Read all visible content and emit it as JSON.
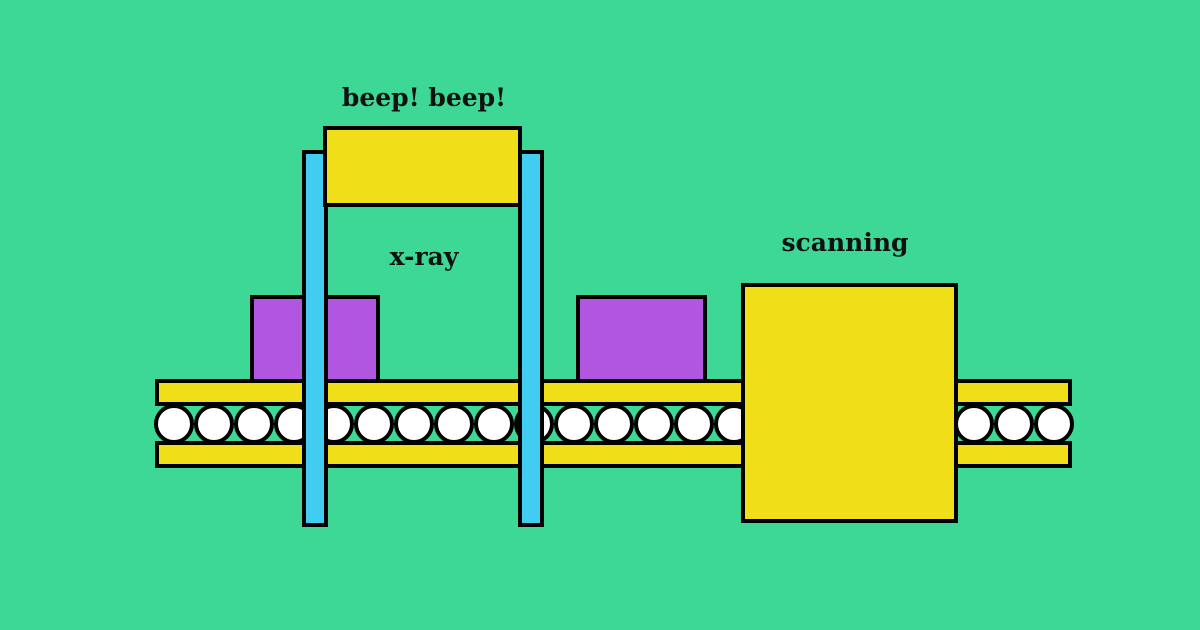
{
  "labels": {
    "beep": "beep! beep!",
    "xray": "x-ray",
    "scanning": "scanning"
  },
  "colors": {
    "background": "#3ed896",
    "rail": "#f0df18",
    "roller": "#ffffff",
    "package": "#b156e0",
    "xray_pillar": "#41cdf2",
    "scanner": "#f0df18",
    "outline": "#000000"
  },
  "roller_count": 23
}
